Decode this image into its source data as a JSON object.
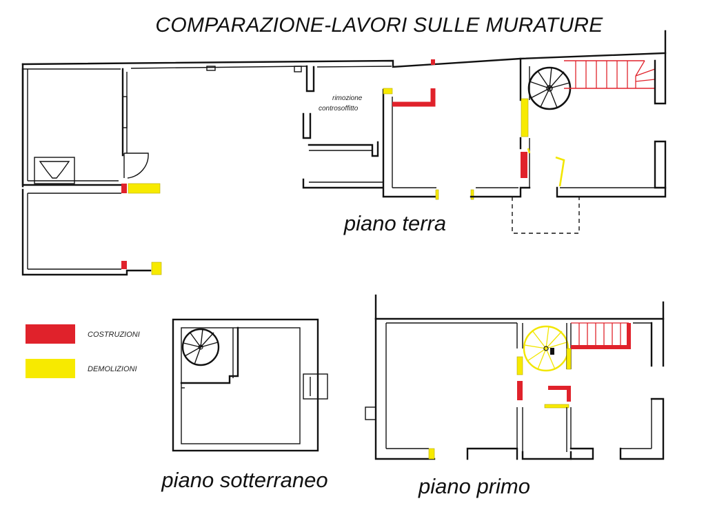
{
  "title": "COMPARAZIONE-LAVORI SULLE MURATURE",
  "floors": {
    "ground": "piano terra",
    "basement": "piano sotterraneo",
    "first": "piano primo"
  },
  "annotations": {
    "ceiling_line1": "rimozione",
    "ceiling_line2": "controsoffitto"
  },
  "legend": [
    {
      "label": "COSTRUZIONI",
      "color": "#e0222b"
    },
    {
      "label": "DEMOLIZIONI",
      "color": "#f7ea00"
    }
  ]
}
